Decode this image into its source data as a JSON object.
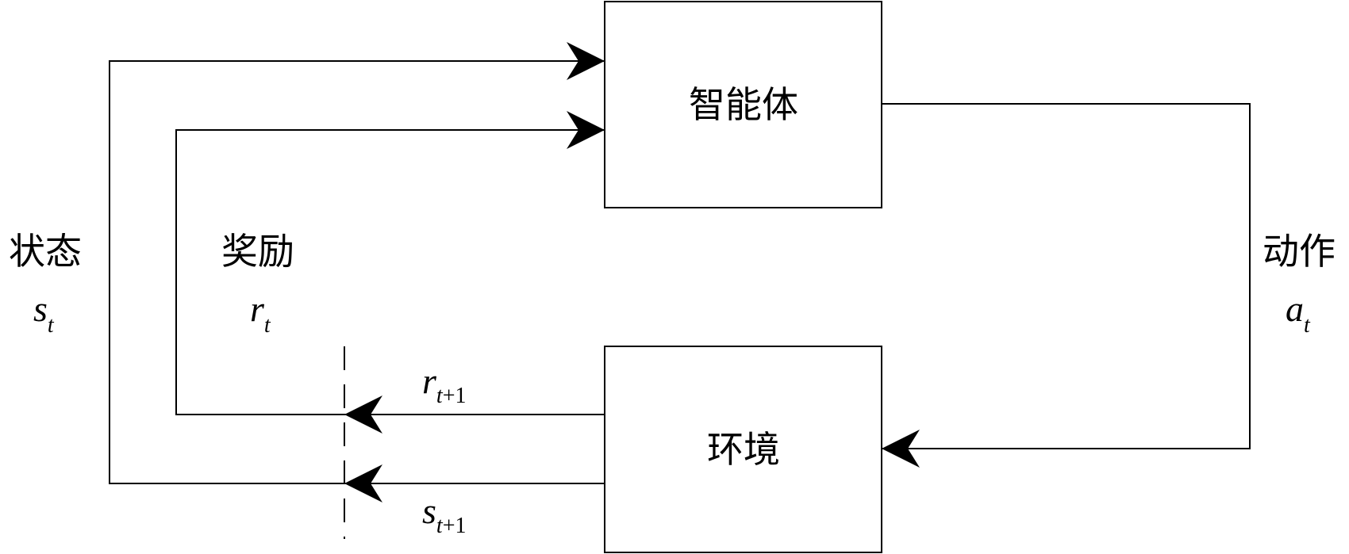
{
  "boxes": {
    "agent": "智能体",
    "environment": "环境"
  },
  "labels": {
    "state": "状态",
    "reward": "奖励",
    "action": "动作"
  },
  "symbols": {
    "s_t": {
      "base": "s",
      "sub": "t"
    },
    "r_t": {
      "base": "r",
      "sub": "t"
    },
    "a_t": {
      "base": "a",
      "sub": "t"
    },
    "r_t1": {
      "base": "r",
      "sub_var": "t",
      "sub_rest": "+1"
    },
    "s_t1": {
      "base": "s",
      "sub_var": "t",
      "sub_rest": "+1"
    }
  }
}
